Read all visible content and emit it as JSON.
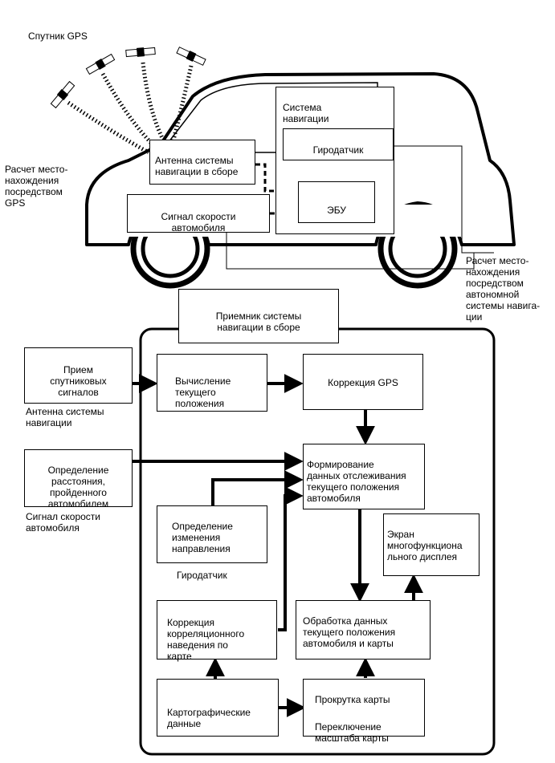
{
  "top": {
    "satellite_label": "Спутник GPS",
    "gps_position_label": "Расчет место-\nнахождения\nпосредством\nGPS",
    "nav_system_label": "Система\nнавигации",
    "antenna_label": "Антенна системы\nнавигации в сборе",
    "gyro_label": "Гиродатчик",
    "ecu_label": "ЭБУ",
    "speed_signal_label": "Сигнал скорости\nавтомобиля",
    "autonomous_label": "Расчет место-\nнахождения\nпосредством\nавтономной\nсистемы навига-\nции"
  },
  "bottom": {
    "receiver_title": "Приемник системы\nнавигации в сборе",
    "satellite_signals": "Прием\nспутниковых\nсигналов",
    "antenna_caption": "Антенна системы\nнавигации",
    "distance_box": "Определение\nрасстояния,\nпройденного\nавтомобилем",
    "speed_caption": "Сигнал скорости\nавтомобиля",
    "calc_position": "Вычисление\nтекущего\nположения",
    "gps_correction": "Коррекция GPS",
    "tracking_data": "Формирование\nданных отслеживания\nтекущего положения\nавтомобиля",
    "direction_change": "Определение\nизменения\nнаправления",
    "gyro_caption": "Гиродатчик",
    "display_screen": "Экран\nмногофункциона\nльного дисплея",
    "map_matching": "Коррекция\nкорреляционного\nнаведения по\nкарте",
    "processing": "Обработка данных\nтекущего положения\nавтомобиля и карты",
    "map_data": "Картографические\nданные",
    "map_scroll": "Прокрутка карты",
    "map_zoom": "Переключение\nмасштаба карты"
  }
}
